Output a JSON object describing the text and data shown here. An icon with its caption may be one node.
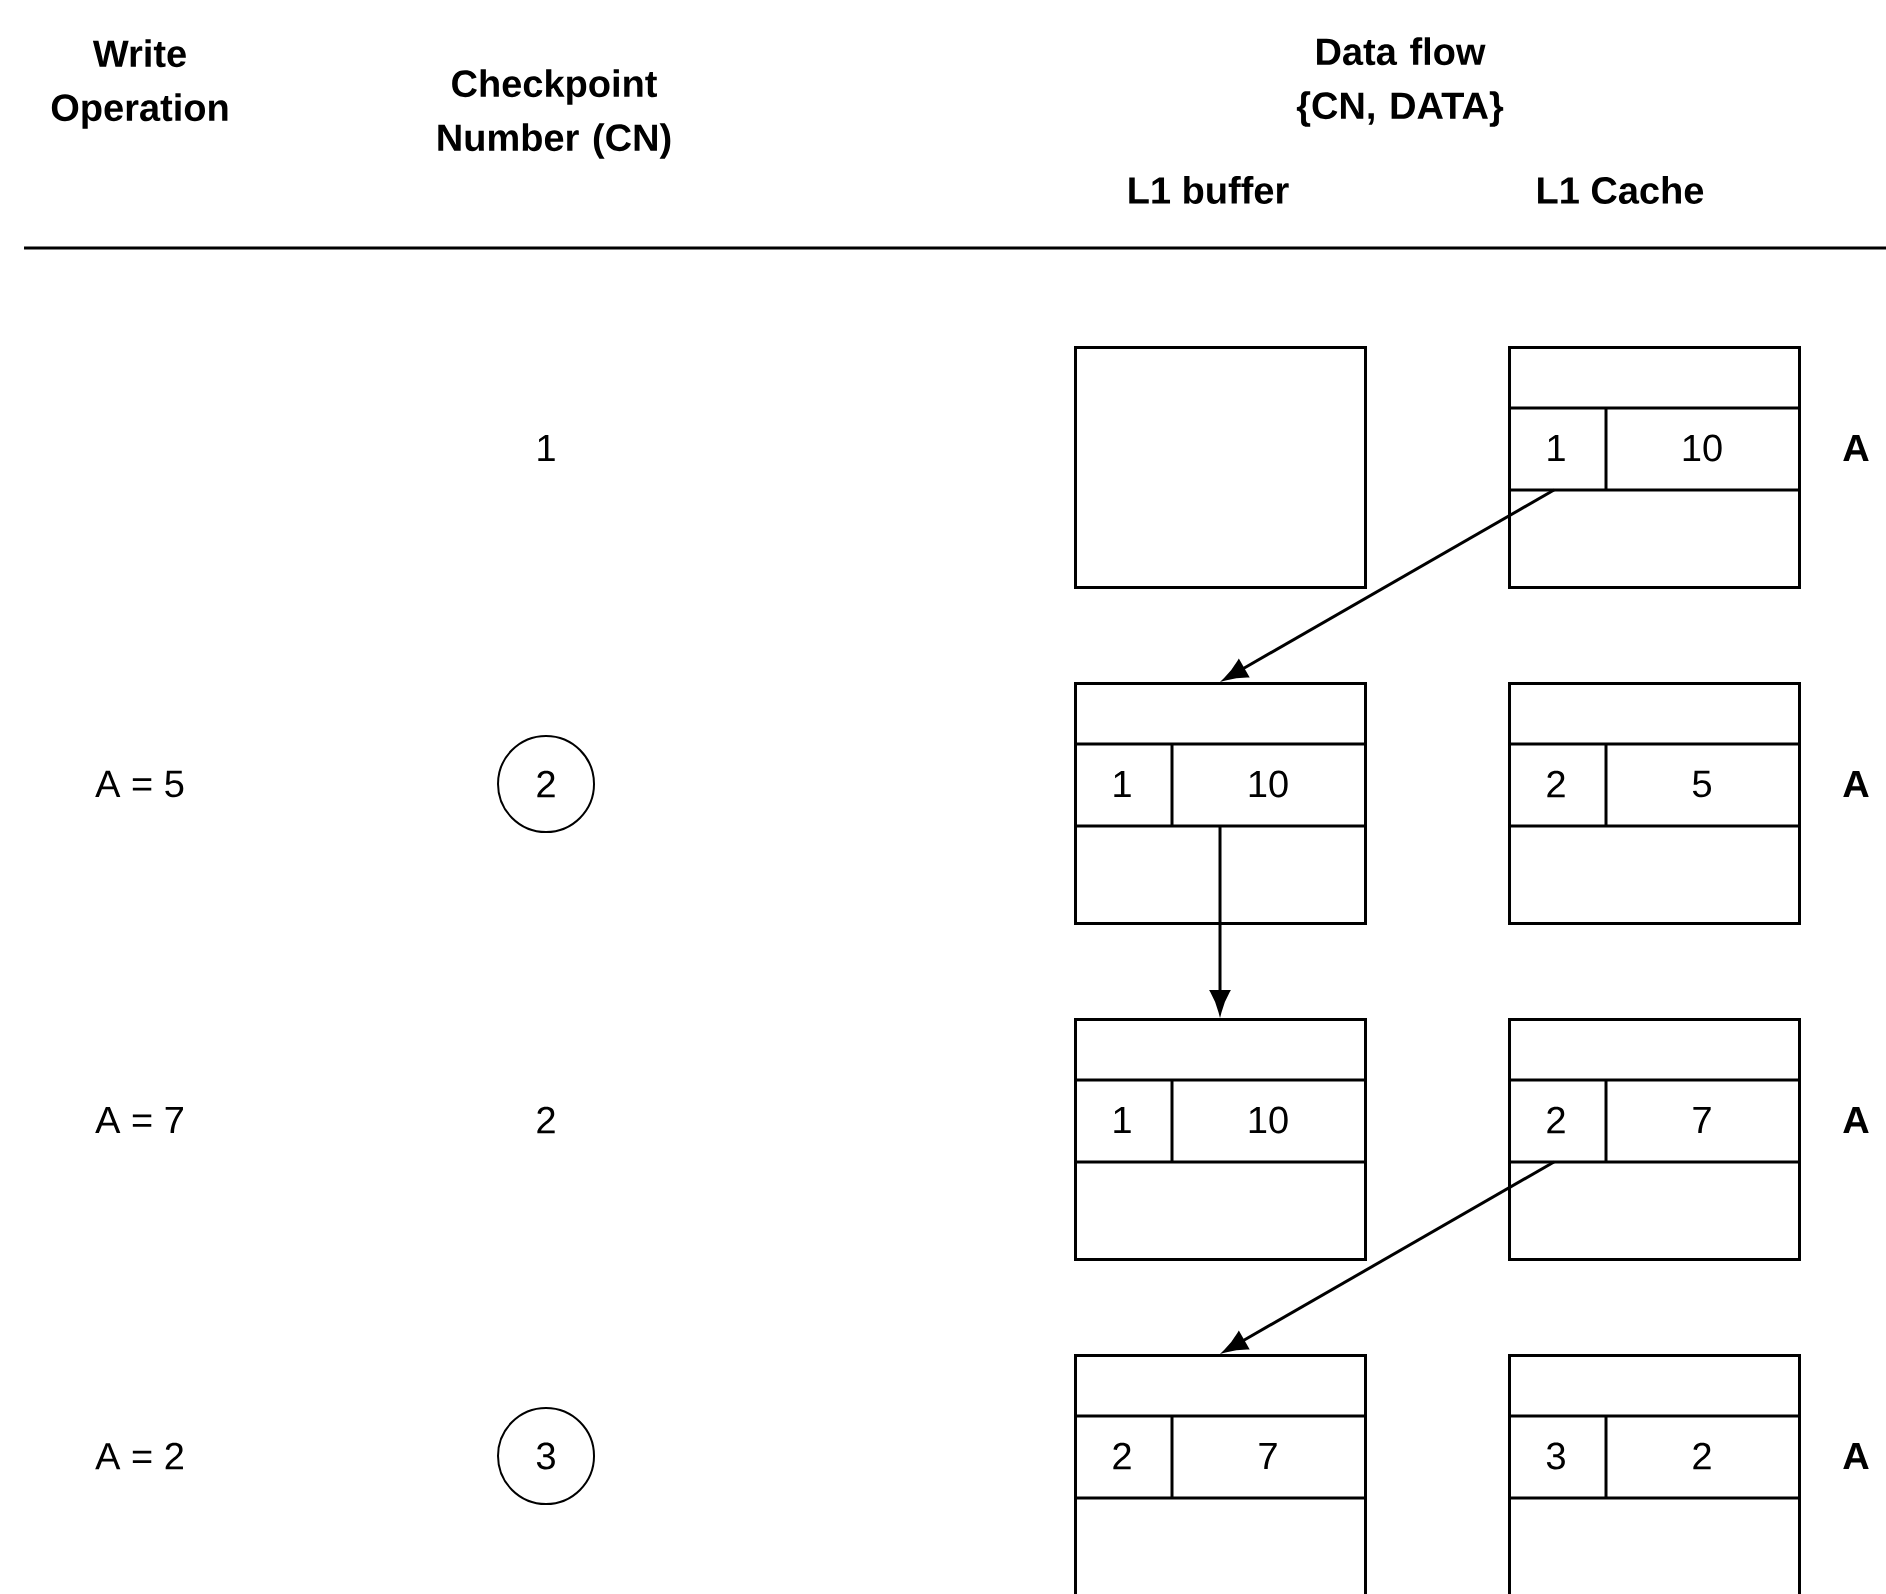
{
  "diagram": {
    "nodes": [
      {
        "text": [],
        "shape": "box"
      },
      {
        "text": [
          "1",
          "10"
        ],
        "beside": [
          "A"
        ]
      },
      {
        "text": [
          "2"
        ]
      },
      {
        "text": [
          "1",
          "10"
        ]
      },
      {
        "text": [
          "2",
          "5"
        ],
        "beside": [
          "A"
        ]
      },
      {
        "text": [
          "1",
          "10"
        ]
      },
      {
        "text": [
          "2",
          "7"
        ],
        "beside": [
          "A"
        ]
      },
      {
        "text": [
          "3"
        ]
      },
      {
        "text": [
          "2",
          "7"
        ]
      },
      {
        "text": [
          "3",
          "2"
        ],
        "beside": [
          "A"
        ]
      }
    ],
    "edges": [
      {
        "from": 1,
        "to": 3,
        "arrow": "to"
      },
      {
        "from": 3,
        "to": 5,
        "arrow": "to"
      },
      {
        "from": 6,
        "to": 8,
        "arrow": "to"
      }
    ],
    "labels": [
      "Write Operation",
      "Checkpoint Number (CN)",
      "Data flow {CN, DATA}",
      "L1 buffer",
      "L1 Cache",
      "1",
      "A = 5",
      "A = 7",
      "2",
      "A = 2"
    ]
  }
}
